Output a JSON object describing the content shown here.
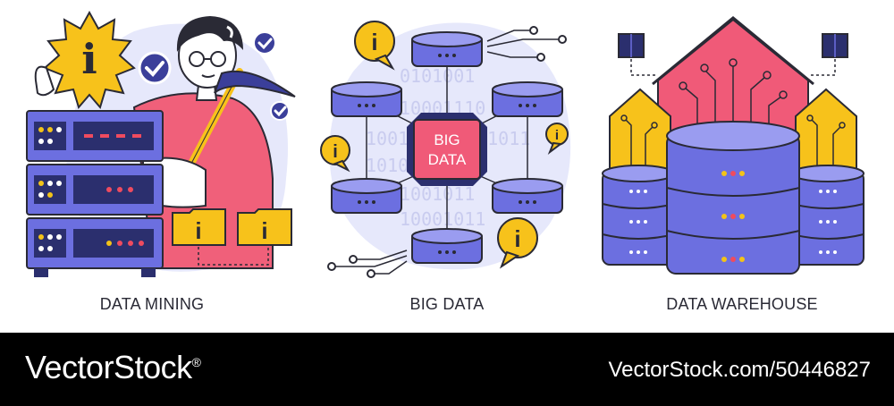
{
  "panels": [
    {
      "caption": "DATA MINING"
    },
    {
      "caption": "BIG DATA",
      "chip_label_line1": "BIG",
      "chip_label_line2": "DATA"
    },
    {
      "caption": "DATA WAREHOUSE"
    }
  ],
  "footer": {
    "brand": "VectorStock",
    "registered_mark": "®",
    "stock_id": "VectorStock.com/50446827"
  },
  "colors": {
    "server_blue": "#6c6fe0",
    "dark_navy": "#2b2f6e",
    "accent_yellow": "#f7c21b",
    "accent_pink": "#f05a78",
    "bg_lavender": "#e6e8fb",
    "led_red": "#ef4b5f",
    "led_yellow": "#f3c318"
  },
  "binary_text": [
    "0101001",
    "10001110",
    "1001011",
    "10101011",
    "1001011",
    "10001011"
  ],
  "icons": {
    "info": "i"
  }
}
